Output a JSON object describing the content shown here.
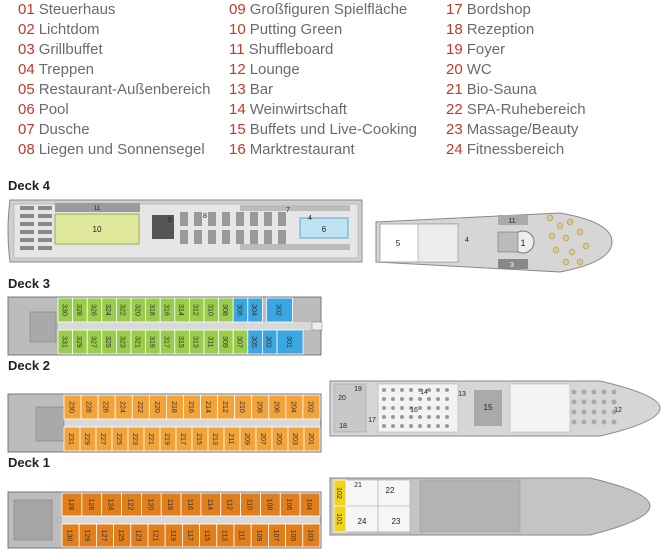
{
  "legend": [
    {
      "num": "01",
      "label": "Steuerhaus"
    },
    {
      "num": "02",
      "label": "Lichtdom"
    },
    {
      "num": "03",
      "label": "Grillbuffet"
    },
    {
      "num": "04",
      "label": "Treppen"
    },
    {
      "num": "05",
      "label": "Restaurant-Außenbereich"
    },
    {
      "num": "06",
      "label": "Pool"
    },
    {
      "num": "07",
      "label": "Dusche"
    },
    {
      "num": "08",
      "label": "Liegen und Sonnensegel"
    },
    {
      "num": "09",
      "label": "Großfiguren Spielfläche"
    },
    {
      "num": "10",
      "label": "Putting Green"
    },
    {
      "num": "11",
      "label": "Shuffleboard"
    },
    {
      "num": "12",
      "label": "Lounge"
    },
    {
      "num": "13",
      "label": "Bar"
    },
    {
      "num": "14",
      "label": "Weinwirtschaft"
    },
    {
      "num": "15",
      "label": "Buffets und Live-Cooking"
    },
    {
      "num": "16",
      "label": "Marktrestaurant"
    },
    {
      "num": "17",
      "label": "Bordshop"
    },
    {
      "num": "18",
      "label": "Rezeption"
    },
    {
      "num": "19",
      "label": "Foyer"
    },
    {
      "num": "20",
      "label": "WC"
    },
    {
      "num": "21",
      "label": "Bio-Sauna"
    },
    {
      "num": "22",
      "label": "SPA-Ruhebereich"
    },
    {
      "num": "23",
      "label": "Massage/Beauty"
    },
    {
      "num": "24",
      "label": "Fitnessbereich"
    }
  ],
  "decks": {
    "deck4": {
      "label": "Deck 4",
      "aft_marks": [
        "11",
        "10",
        "9",
        "8",
        "7",
        "4",
        "6"
      ],
      "bow_marks": [
        "5",
        "4",
        "1",
        "11",
        "3"
      ]
    },
    "deck3": {
      "label": "Deck 3",
      "cabins_top_green": [
        "330",
        "328",
        "326",
        "324",
        "322",
        "320",
        "318",
        "316",
        "314",
        "312",
        "310",
        "308"
      ],
      "cabins_top_blue": [
        "306",
        "304",
        "302"
      ],
      "cabins_bottom_green": [
        "331",
        "329",
        "327",
        "325",
        "323",
        "321",
        "319",
        "317",
        "315",
        "313",
        "311",
        "309",
        "307"
      ],
      "cabins_bottom_blue": [
        "305",
        "303",
        "301"
      ]
    },
    "deck2": {
      "label": "Deck 2",
      "cabins_top": [
        "230",
        "228",
        "226",
        "224",
        "222",
        "220",
        "218",
        "216",
        "214",
        "212",
        "210",
        "208",
        "206",
        "204",
        "202"
      ],
      "cabins_bottom": [
        "231",
        "229",
        "227",
        "225",
        "223",
        "221",
        "219",
        "217",
        "215",
        "213",
        "211",
        "209",
        "207",
        "205",
        "203",
        "201"
      ],
      "bow_marks": [
        "19",
        "20",
        "18",
        "17",
        "14",
        "16",
        "13",
        "15",
        "12"
      ]
    },
    "deck1": {
      "label": "Deck 1",
      "cabins_top": [
        "128",
        "126",
        "124",
        "122",
        "120",
        "118",
        "116",
        "114",
        "112",
        "110",
        "108",
        "106",
        "104"
      ],
      "cabins_bottom": [
        "130",
        "129",
        "127",
        "125",
        "123",
        "121",
        "119",
        "117",
        "115",
        "113",
        "111",
        "109",
        "107",
        "105",
        "103"
      ],
      "bow_cabins": [
        "102",
        "101"
      ],
      "bow_marks": [
        "21",
        "22",
        "24",
        "23"
      ]
    }
  },
  "colors": {
    "legend_number": "#c0392b",
    "legend_text": "#6b6b6b",
    "cabin_green": "#9acd4c",
    "cabin_blue": "#3aa7e2",
    "cabin_orange": "#f2a43a",
    "cabin_dark_orange": "#e07f1c",
    "cabin_yellow": "#f3d21c",
    "hull_grey": "#b9b9b9",
    "deck_grey": "#d2d2d2"
  }
}
